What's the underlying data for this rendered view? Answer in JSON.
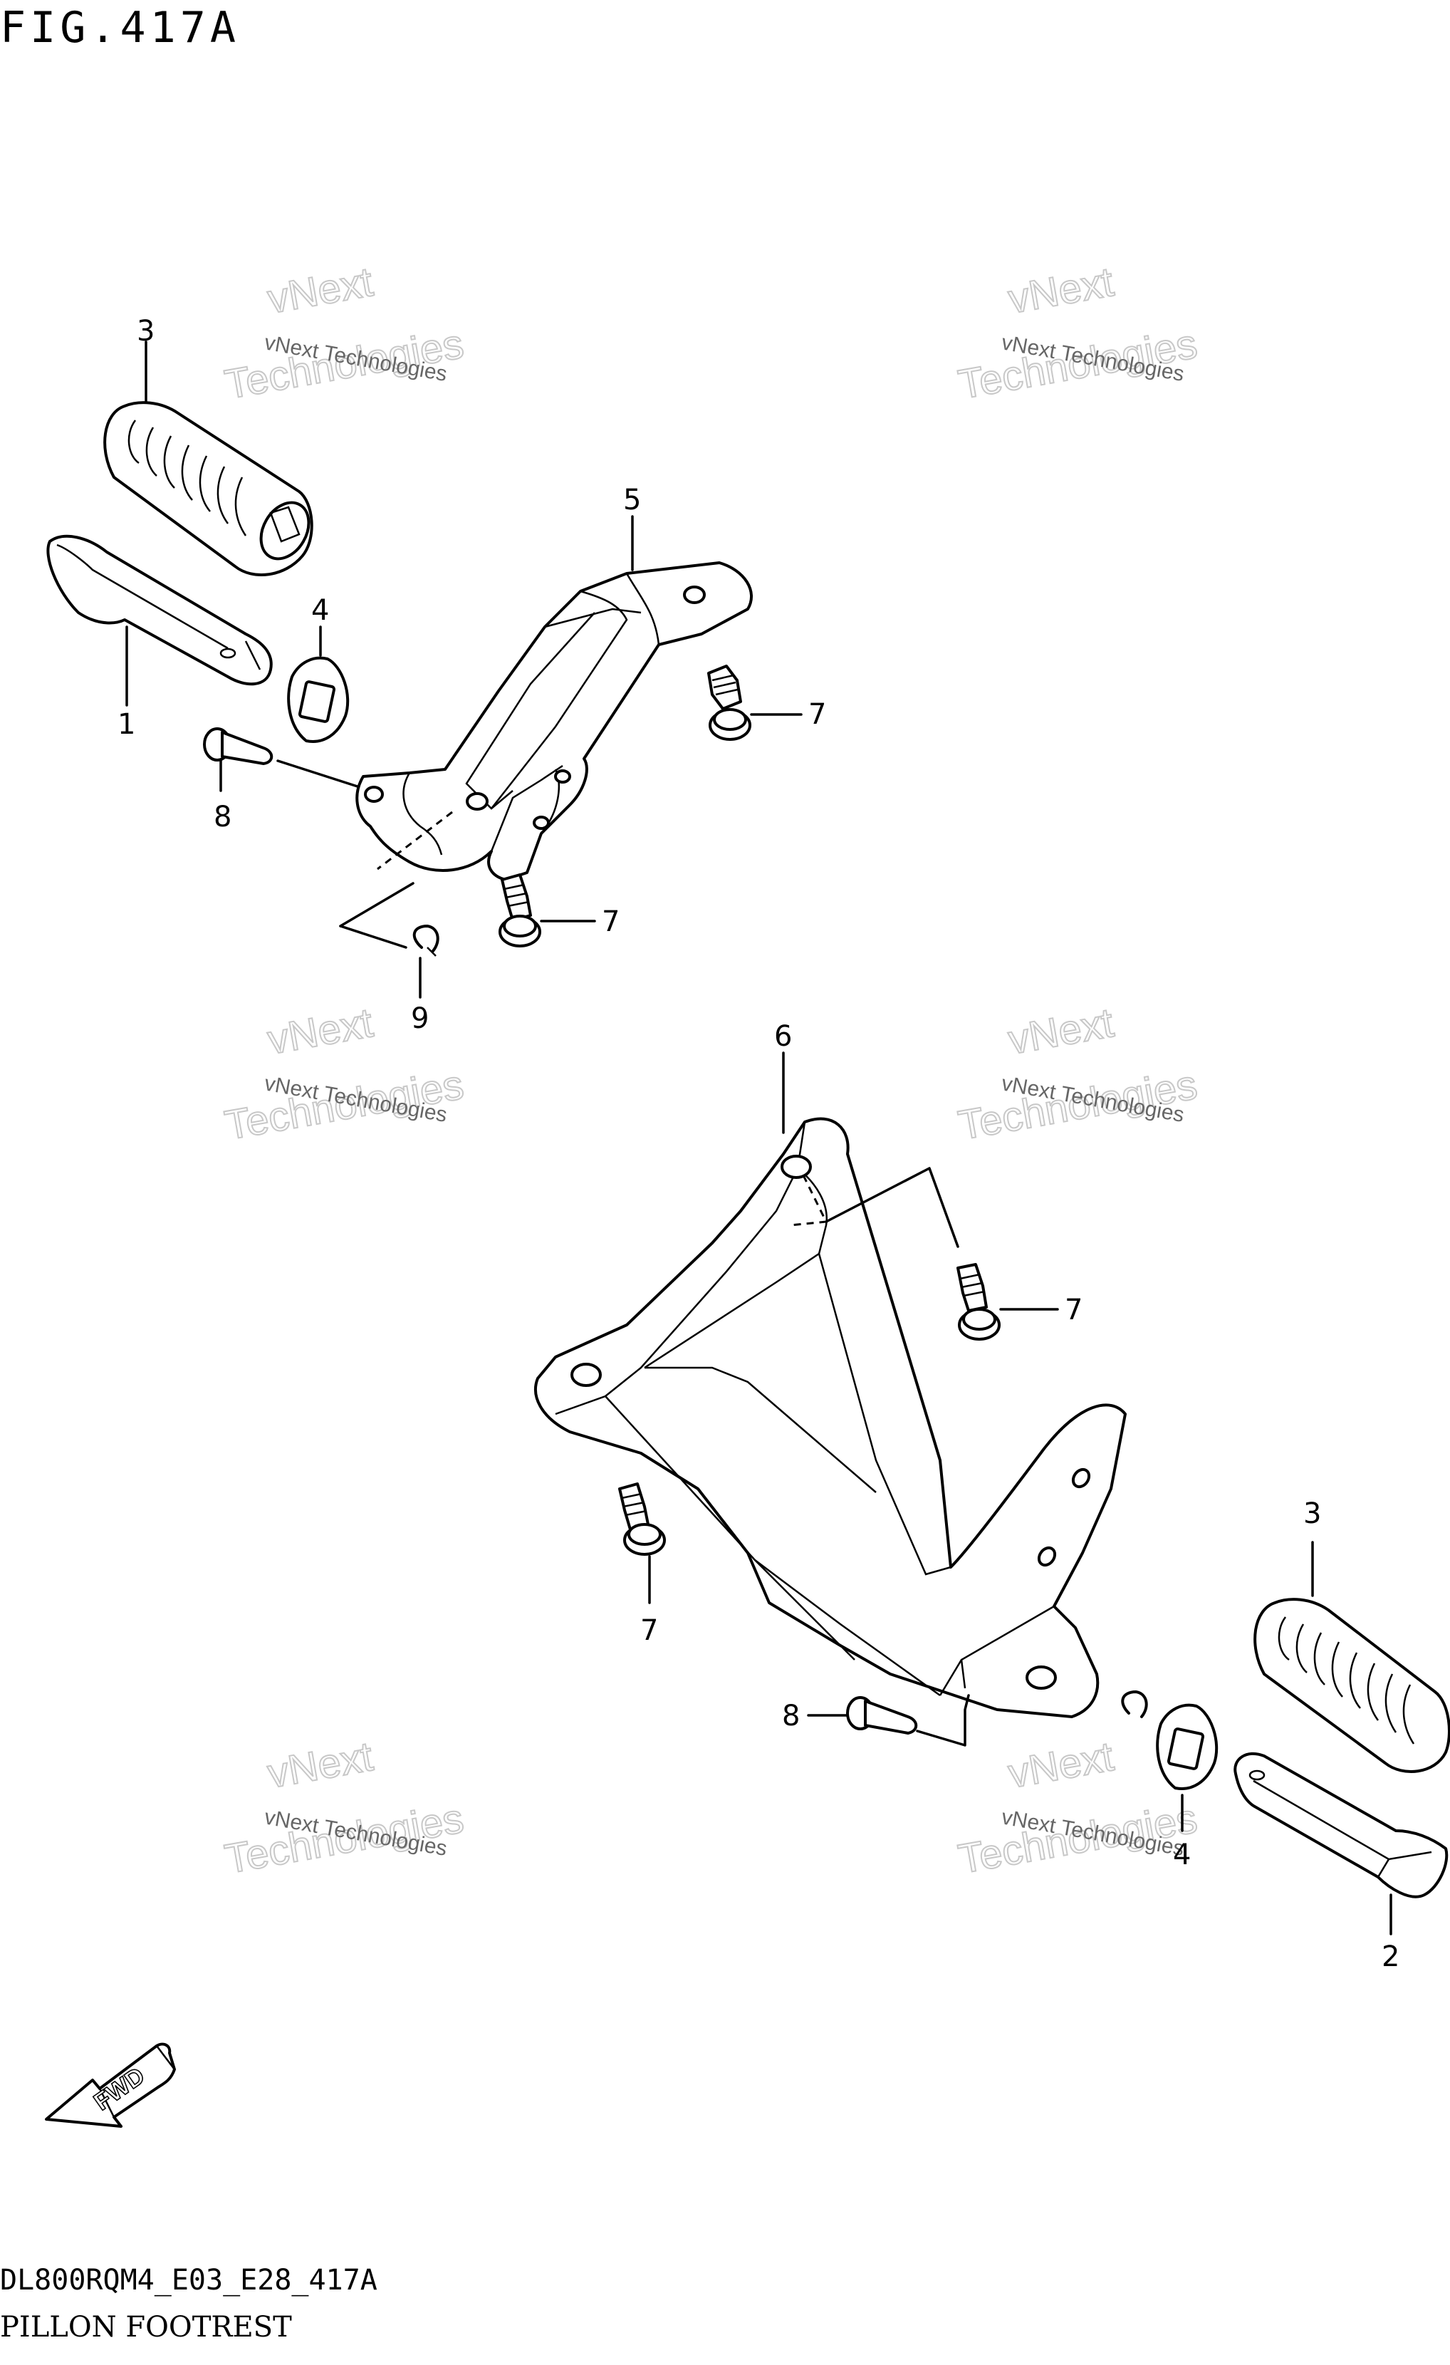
{
  "figure": {
    "title": "FIG.417A",
    "code": "DL800RQM4_E03_E28_417A",
    "name": "PILLON FOOTREST"
  },
  "callouts": {
    "c1": "1",
    "c2": "2",
    "c3a": "3",
    "c3b": "3",
    "c4a": "4",
    "c4b": "4",
    "c5": "5",
    "c6": "6",
    "c7a": "7",
    "c7b": "7",
    "c7c": "7",
    "c7d": "7",
    "c8a": "8",
    "c8b": "8",
    "c9": "9"
  },
  "fwd_label": "FWD",
  "watermark": {
    "company": "vNext Technologies",
    "brand_top": "vNext",
    "brand_bottom": "Technologies"
  },
  "icons": {
    "fwd": "fwd-arrow-icon"
  },
  "colors": {
    "line": "#000000",
    "background": "#ffffff",
    "watermark": "#c8c8c8"
  }
}
